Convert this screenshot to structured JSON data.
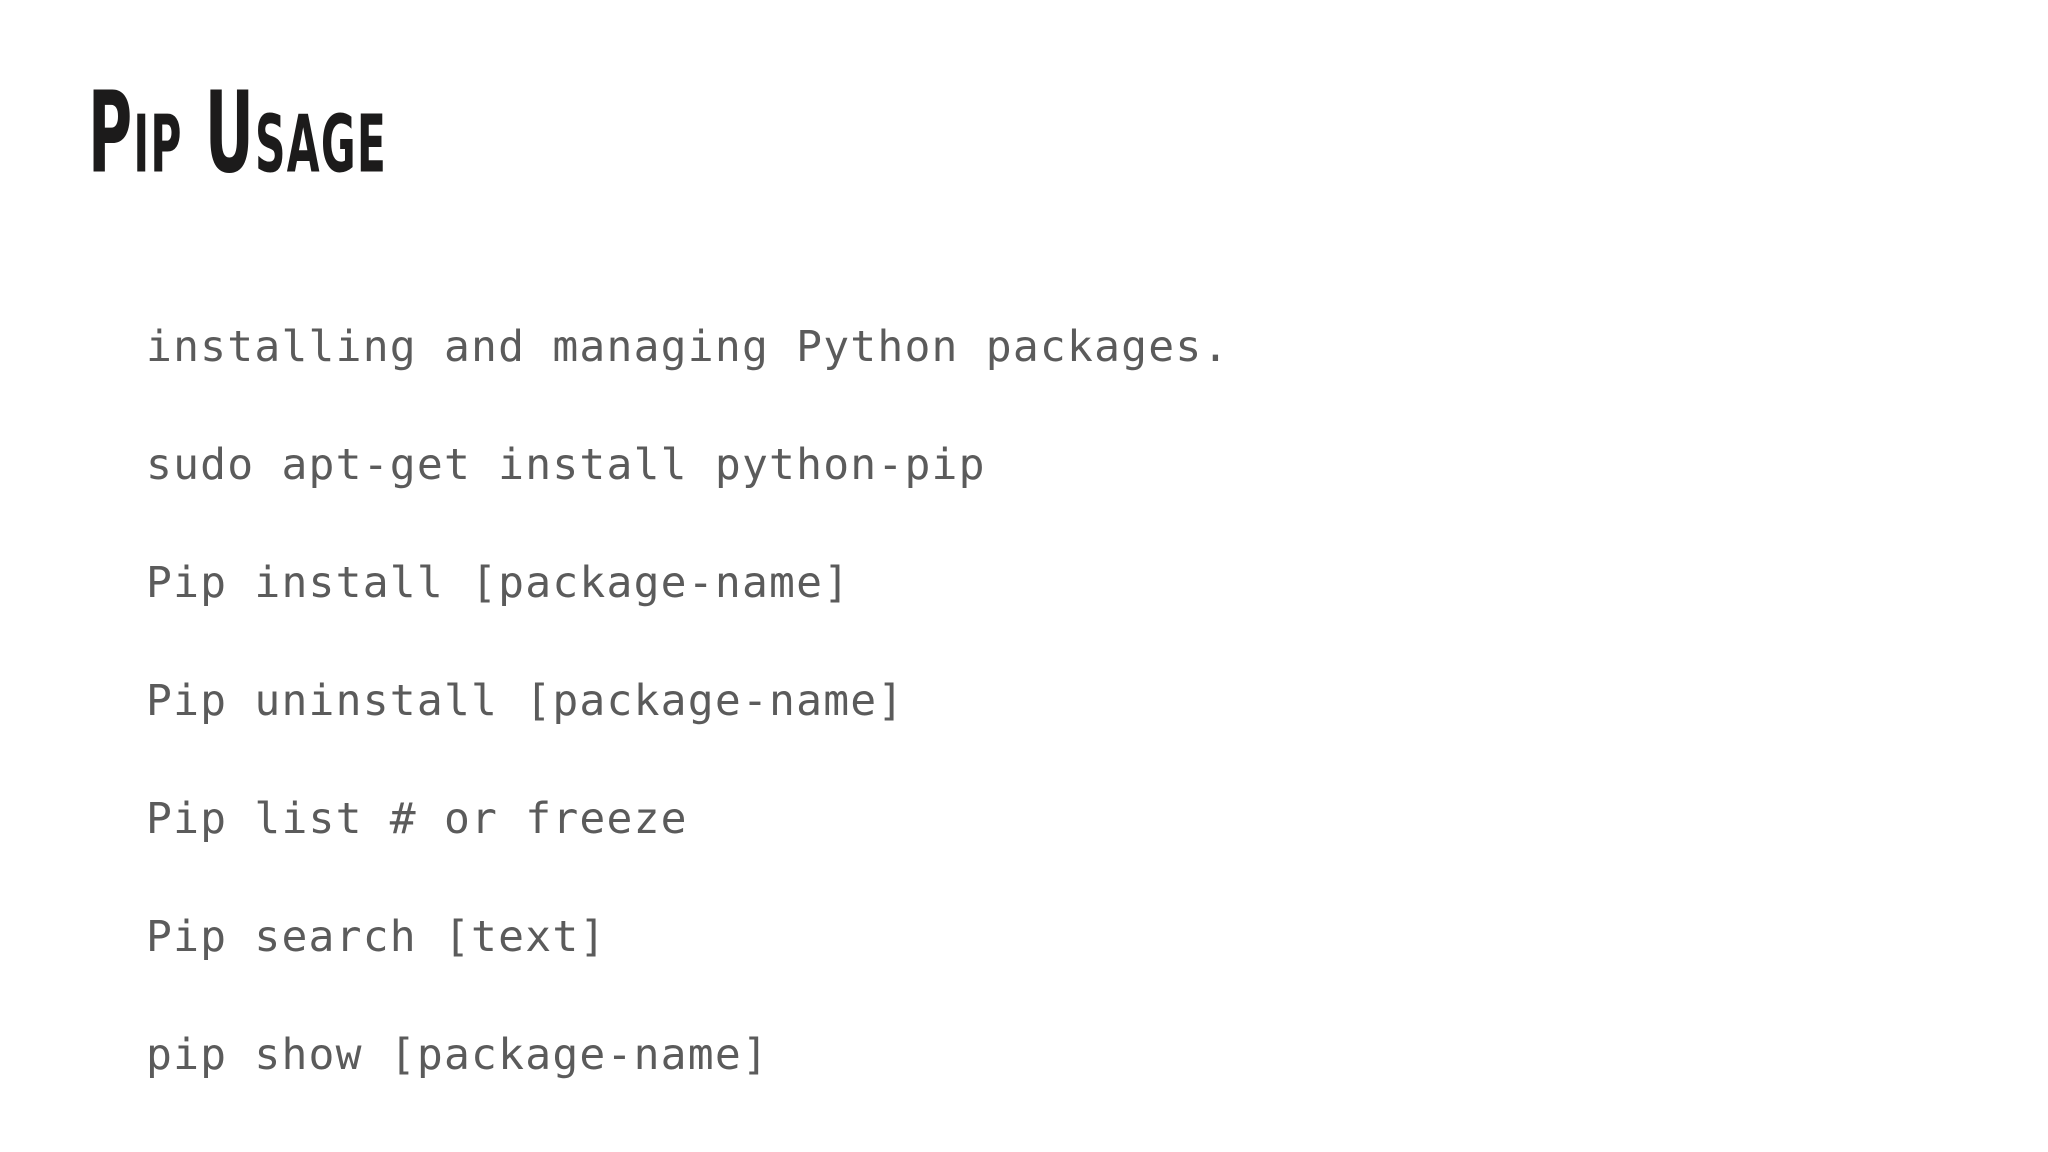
{
  "slide": {
    "title": "Pip Usage",
    "background_color": "#ffffff",
    "title_color": "#1c1b1b",
    "body_color": "#5b5b5b"
  },
  "body": {
    "lines": [
      {
        "text": "installing and managing Python packages."
      },
      {
        "text": "sudo apt-get install python-pip"
      },
      {
        "text": "Pip install [package-name]"
      },
      {
        "text": "Pip uninstall [package-name]"
      },
      {
        "text": "Pip list # or freeze"
      },
      {
        "text": "Pip search [text]"
      },
      {
        "text": "pip show [package-name]"
      }
    ]
  }
}
